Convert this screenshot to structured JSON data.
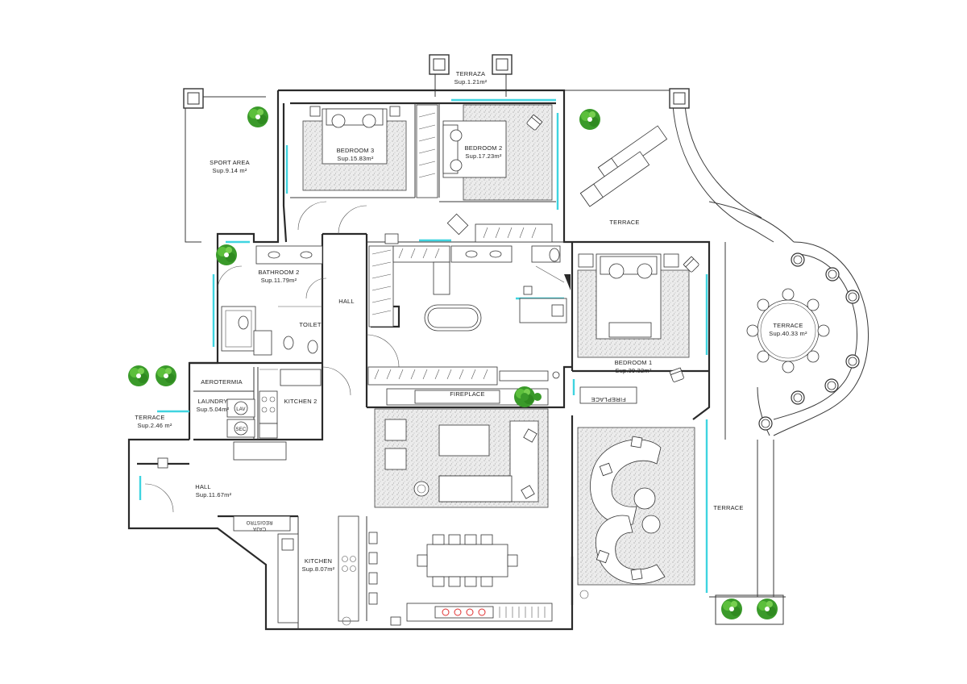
{
  "rooms": {
    "terraza_top": {
      "name": "TERRAZA",
      "area": "Sup.1.21m²"
    },
    "sport_area": {
      "name": "SPORT AREA",
      "area": "Sup.9.14 m²"
    },
    "bedroom3": {
      "name": "BEDROOM 3",
      "area": "Sup.15.83m²"
    },
    "bedroom2": {
      "name": "BEDROOM 2",
      "area": "Sup.17.23m²"
    },
    "terrace_ne": {
      "name": "TERRACE"
    },
    "bathroom2": {
      "name": "BATHROOM 2",
      "area": "Sup.11.79m²"
    },
    "toilet": {
      "name": "TOILET"
    },
    "hall_center": {
      "name": "HALL"
    },
    "terrace_round": {
      "name": "TERRACE",
      "area": "Sup.40.33 m²"
    },
    "bedroom1": {
      "name": "BEDROOM 1",
      "area": "Sup.39.32m²"
    },
    "aerotermia": {
      "name": "AEROTERMIA"
    },
    "laundry": {
      "name": "LAUNDRY",
      "area": "Sup.5.04m²"
    },
    "kitchen2": {
      "name": "KITCHEN 2"
    },
    "terrace_w": {
      "name": "TERRACE",
      "area": "Sup.2.46 m²"
    },
    "fireplace": {
      "name": "FIREPLACE"
    },
    "fireplace_mirror": {
      "name": "FIREPLACE"
    },
    "hall_entry": {
      "name": "HALL",
      "area": "Sup.11.67m²"
    },
    "caja_registro": {
      "line1": "CAJA",
      "line2": "REGISTRO"
    },
    "terrace_e": {
      "name": "TERRACE"
    },
    "kitchen": {
      "name": "KITCHEN",
      "area": "Sup.8.07m²"
    }
  },
  "appliance_labels": {
    "lav": "LAV",
    "sec": "SEC"
  },
  "colors": {
    "glazing": "#3fd4e0",
    "plant": "#3a9a2a",
    "wall": "#2a2a2a",
    "rug_fill": "#d6d6d6",
    "fireplace_logs": "#e03030"
  }
}
